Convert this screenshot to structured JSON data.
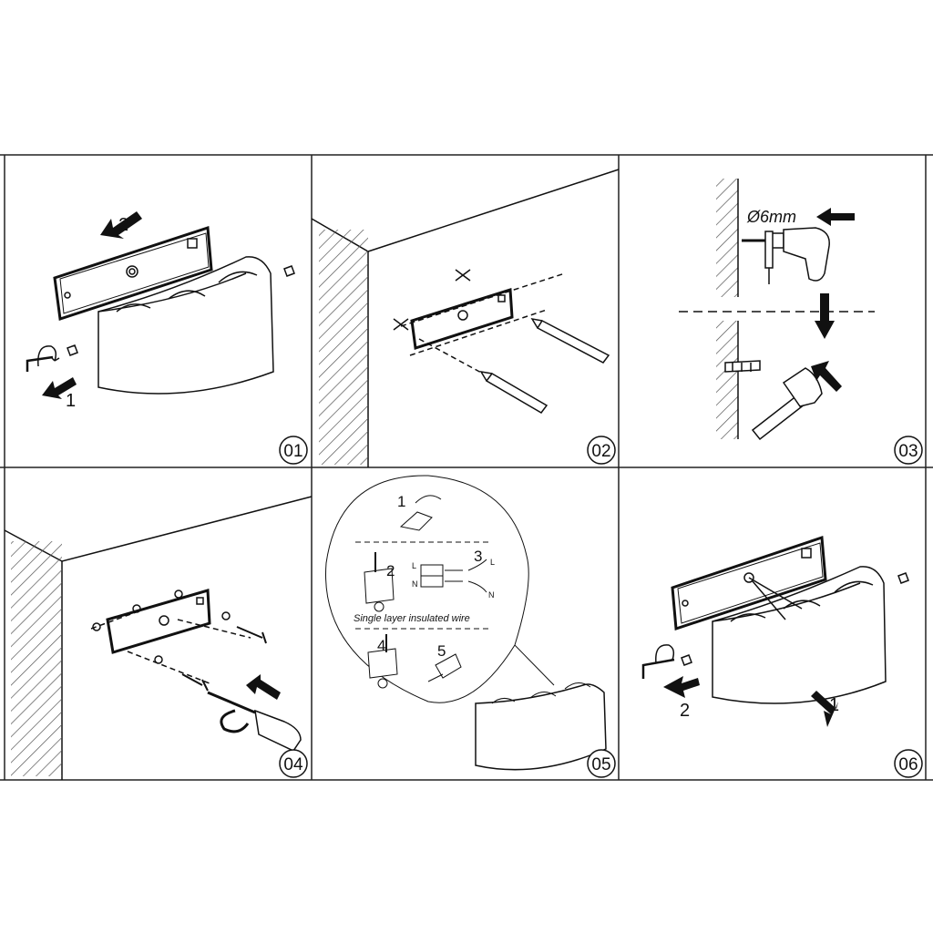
{
  "steps": {
    "s1": {
      "num": "01",
      "arrow_a": "1",
      "arrow_b": "2"
    },
    "s2": {
      "num": "02"
    },
    "s3": {
      "num": "03",
      "drill_size": "Ø6mm"
    },
    "s4": {
      "num": "04"
    },
    "s5": {
      "num": "05",
      "sub1": "1",
      "sub2": "2",
      "sub3": "3",
      "sub4": "4",
      "sub5": "5",
      "terminal_l": "L",
      "terminal_n": "N",
      "wire_l": "L",
      "wire_n": "N",
      "wire_note": "Single layer insulated wire"
    },
    "s6": {
      "num": "06",
      "arrow_a": "1",
      "arrow_b": "2"
    }
  },
  "colors": {
    "line": "#111111",
    "panel_border": "#222222",
    "hatch": "#555555"
  }
}
